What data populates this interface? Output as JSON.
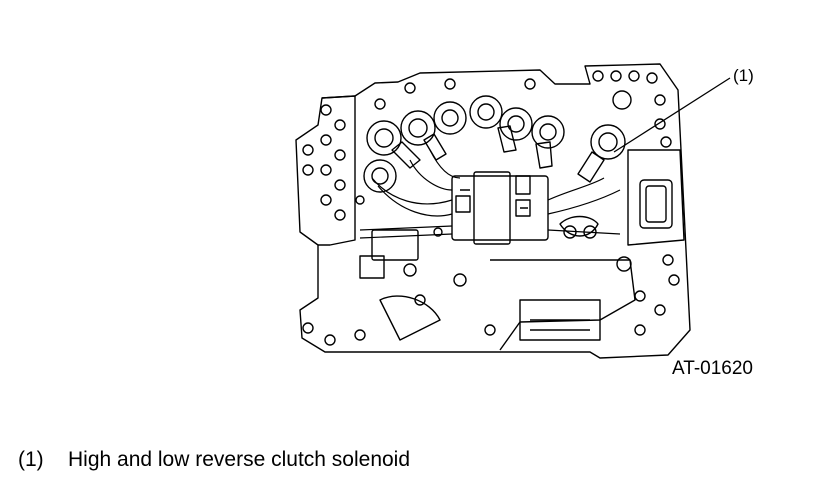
{
  "callout": {
    "label": "(1)"
  },
  "figure_code": "AT-01620",
  "legend": [
    {
      "num": "(1)",
      "text": "High and low reverse clutch solenoid"
    }
  ]
}
